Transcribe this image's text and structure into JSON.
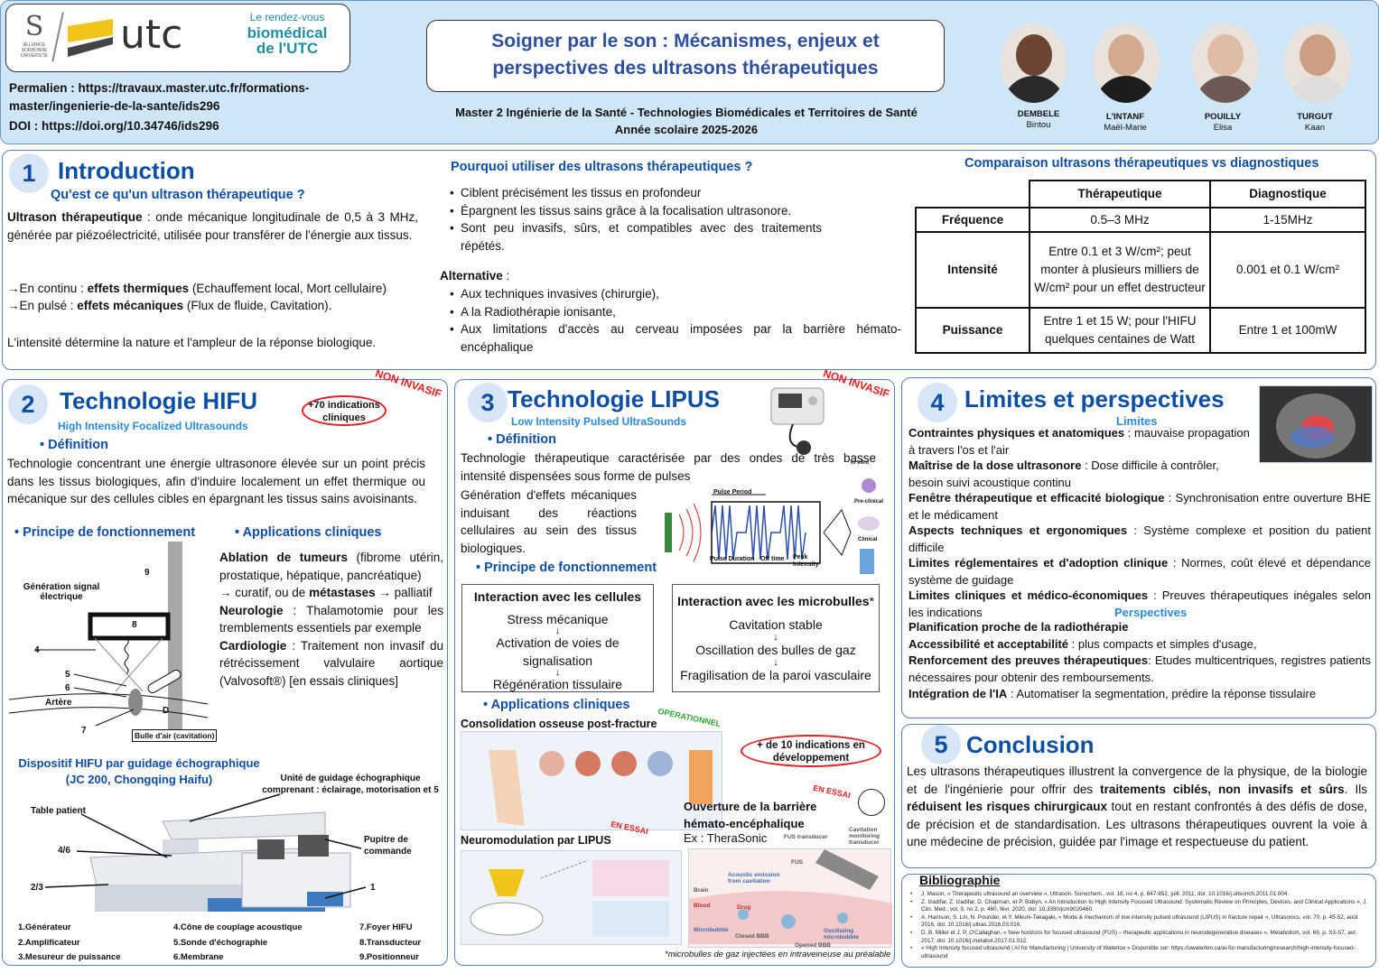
{
  "header": {
    "logos": {
      "sorbonne": "ALLIANCE SORBONNE UNIVERSITÉ",
      "utc": "utc",
      "biomed_line1": "Le rendez-vous",
      "biomed_line2": "biomédical",
      "biomed_line3": "de l'UTC"
    },
    "permalink_label": "Permalien :",
    "permalink": "https://travaux.master.utc.fr/formations-master/ingenierie-de-la-sante/ids296",
    "doi_label": "DOI :",
    "doi": "https://doi.org/10.34746/ids296",
    "title_line1": "Soigner par le son : Mécanismes, enjeux et",
    "title_line2": "perspectives des ultrasons thérapeutiques",
    "master": "Master 2 Ingénierie de la Santé - Technologies Biomédicales et Territoires de Santé",
    "year": "Année scolaire  2025-2026",
    "authors": [
      {
        "last": "DEMBELE",
        "first": "Bintou"
      },
      {
        "last": "L'INTANF",
        "first": "Maël-Marie"
      },
      {
        "last": "POUILLY",
        "first": "Elisa"
      },
      {
        "last": "TURGUT",
        "first": "Kaan"
      }
    ]
  },
  "intro": {
    "num": "1",
    "title": "Introduction",
    "question": "Qu'est ce qu'un ultrason thérapeutique ?",
    "def_bold": "Ultrason thérapeutique",
    "def_text": " : onde mécanique longitudinale de 0,5 à 3 MHz, générée par piézoélectricité, utilisée pour transférer de l'énergie aux tissus.",
    "cont_pre": "→En continu : ",
    "cont_bold": "effets thermiques",
    "cont_text": " (Echauffement local, Mort cellulaire)",
    "puls_pre": "→En pulsé :  ",
    "puls_bold": "effets mécaniques",
    "puls_text": " (Flux de fluide, Cavitation).",
    "intensity": "L'intensité détermine la nature et l'ampleur de la réponse biologique.",
    "why_title": "Pourquoi utiliser des ultrasons thérapeutiques ?",
    "why": [
      "Ciblent précisément les tissus en profondeur",
      "Épargnent les tissus sains grâce à la focalisation ultrasonore.",
      "Sont peu invasifs, sûrs, et compatibles avec des traitements répétés."
    ],
    "alt_title": "Alternative",
    "alt_colon": " :",
    "alt": [
      "Aux techniques invasives (chirurgie),",
      "A la Radiothérapie ionisante,",
      "Aux limitations d'accès au cerveau imposées par la barrière hémato-encéphalique"
    ],
    "cmp_title": "Comparaison ultrasons thérapeutiques vs diagnostiques",
    "cmp": {
      "head": [
        "Thérapeutique",
        "Diagnostique"
      ],
      "rows": [
        {
          "label": "Fréquence",
          "ther": "0.5–3 MHz",
          "diag": "1-15MHz"
        },
        {
          "label": "Intensité",
          "ther": "Entre 0.1 et 3 W/cm²; peut monter à plusieurs milliers de W/cm² pour un effet destructeur",
          "diag": "0.001 et 0.1 W/cm²"
        },
        {
          "label": "Puissance",
          "ther": "Entre 1 et 15 W; pour l'HIFU quelques centaines de Watt",
          "diag": "Entre 1 et 100mW"
        }
      ]
    }
  },
  "hifu": {
    "num": "2",
    "title": "Technologie HIFU",
    "subtitle": "High Intensity Focalized Ultrasounds",
    "stamp": "NON INVASIF",
    "badge": "+70 indications cliniques",
    "def_title": "Définition",
    "def_text": "Technologie concentrant une énergie ultrasonore élevée sur un point précis dans les tissus biologiques, afin d'induire localement un effet thermique ou mécanique sur des cellules cibles en épargnant les tissus sains avoisinants.",
    "principle_title": "Principe de fonctionnement",
    "apps_title": "Applications cliniques",
    "app1_bold": "Ablation de tumeurs",
    "app1_text": " (fibrome utérin, prostatique, hépatique, pancréatique)",
    "app1b_pre": "→ curatif, ou de ",
    "app1b_bold": "métastases",
    "app1b_post": " → palliatif",
    "app2_bold": "Neurologie",
    "app2_text": " : Thalamotomie pour les tremblements essentiels par exemple",
    "app3_bold": "Cardiologie",
    "app3_text": " : Traitement non invasif du rétrécissement valvulaire aortique (Valvosoft®) [en essais cliniques]",
    "diag_labels": {
      "gen": "Génération signal électrique",
      "n9": "9",
      "n8": "8",
      "n4": "4",
      "n5": "5",
      "n6": "6",
      "artere": "Artère",
      "n7": "7",
      "d": "D",
      "bulle": "Bulle d'air (cavitation)"
    },
    "device_title": "Dispositif HIFU par guidage échographique",
    "device_model": "(JC 200, Chongqing Haifu)",
    "device_labels": {
      "unit": "Unité de guidage échographique comprenant : éclairage, motorisation et 5",
      "table": "Table patient",
      "n46": "4/6",
      "n23": "2/3",
      "pupitre": "Pupitre de commande",
      "n1": "1"
    },
    "legend": [
      [
        "1.Générateur",
        "4.Cône de couplage acoustique",
        "7.Foyer HIFU"
      ],
      [
        "2.Amplificateur",
        "5.Sonde d'échographie",
        "8.Transducteur"
      ],
      [
        "3.Mesureur de puissance",
        "6.Membrane",
        "9.Positionneur"
      ]
    ]
  },
  "lipus": {
    "num": "3",
    "title": "Technologie LIPUS",
    "subtitle": "Low Intensity Pulsed UltraSounds",
    "stamp": "NON INVASIF",
    "def_title": "Définition",
    "def_text": "Technologie thérapeutique caractérisée par des ondes de très basse intensité dispensées sous forme de pulses",
    "gen_text": "Génération d'effets mécaniques induisant des réactions cellulaires au sein des tissus biologiques.",
    "pulse_labels": {
      "period": "Pulse Period",
      "duration": "Pulse Duration",
      "off": "Off time",
      "peak": "Peak Intensity",
      "invitro": "In vitro",
      "preclin": "Pre-clinical",
      "clin": "Clinical"
    },
    "principle_title": "Principe de fonctionnement",
    "cells": {
      "title": "Interaction avec les cellules",
      "steps": [
        "Stress mécanique",
        "Activation de voies de signalisation",
        "Régénération tissulaire"
      ]
    },
    "bubbles": {
      "title": "Interaction avec les microbulles",
      "star": "*",
      "steps": [
        "Cavitation stable",
        "Oscillation des bulles de gaz",
        "Fragilisation de la paroi vasculaire"
      ]
    },
    "apps_title": "Applications cliniques",
    "bone_title": "Consolidation osseuse post-fracture",
    "operational": "OPERATIONNEL",
    "badge": "+ de 10 indications en développement",
    "bbb_title": "Ouverture de la barrière hémato-encéphalique",
    "bbb_ex": "Ex : TheraSonic",
    "essai1": "EN ESSAI",
    "neuro_title": "Neuromodulation par LIPUS",
    "essai2": "EN ESSAI",
    "bbb_labels": {
      "fus": "FUS transducer",
      "cav": "Cavitation monitoring transducer",
      "fus2": "FUS",
      "acoustic": "Acoustic emission from cavitation",
      "brain": "Brain",
      "blood": "Blood",
      "drug": "Drug",
      "micro": "Microbubble",
      "closed": "Closed BBB",
      "opened": "Opened BBB",
      "osc": "Oscillating microbubble"
    },
    "footnote": "*microbulles de gaz injectées en intraveineuse au préalable"
  },
  "limits": {
    "num": "4",
    "title": "Limites et perspectives",
    "limits_title": "Limites",
    "items": [
      {
        "b": "Contraintes physiques et anatomiques",
        "t": " : mauvaise propagation à travers l'os et l'air"
      },
      {
        "b": "Maîtrise de la dose ultrasonore",
        "t": " : Dose difficile à contrôler, besoin suivi acoustique continu"
      },
      {
        "b": "Fenêtre thérapeutique et efficacité biologique",
        "t": " : Synchronisation entre ouverture BHE et le médicament"
      },
      {
        "b": "Aspects techniques et ergonomiques",
        "t": " :  Système complexe et position du patient difficile"
      },
      {
        "b": "Limites réglementaires et d'adoption clinique",
        "t": " : Normes, coût élevé et dépendance  système de guidage"
      },
      {
        "b": "Limites cliniques et médico-économiques",
        "t": " : Preuves thérapeutiques  inégales selon les indications"
      }
    ],
    "persp_title": "Perspectives",
    "persp": [
      {
        "b": "Planification proche de la radiothérapie",
        "t": ""
      },
      {
        "b": "Accessibilité et acceptabilité",
        "t": " : plus compacts et simples d'usage,"
      },
      {
        "b": "Renforcement des preuves thérapeutiques",
        "t": ": Etudes multicentriques, registres patients nécessaires pour obtenir des remboursements."
      },
      {
        "b": "Intégration de l'IA",
        "t": " : Automatiser la segmentation, prédire la réponse tissulaire"
      }
    ]
  },
  "conclusion": {
    "num": "5",
    "title": "Conclusion",
    "p1": "Les ultrasons thérapeutiques illustrent la convergence de la physique, de la biologie et de l'ingénierie pour offrir des ",
    "b1": "traitements ciblés, non invasifs et sûrs",
    "p2": ". Ils ",
    "b2": "réduisent les risques chirurgicaux",
    "p3": " tout en restant confrontés à des défis de dose, de précision et de standardisation. Les ultrasons thérapeutiques ouvrent la voie à une médecine de précision, guidée par l'image et respectueuse du patient."
  },
  "biblio": {
    "title": "Bibliographie",
    "refs": [
      "J. Mason, « Therapeutic ultrasound an overview », Ultrason. Sonochem., vol. 18, no 4, p. 847-852, juill. 2011, doi: 10.1016/j.ultsonch.2011.01.004.",
      "Z. Izadifar, Z. Izadifar, D. Chapman, et P. Babyn, « An Introduction to High Intensity Focused Ultrasound: Systematic Review on Principles, Devices, and Clinical Applications », J. Clin. Med., vol. 9, no 2, p. 460, févr. 2020, doi: 10.3390/jcm9020460.",
      "A. Harrison, S. Lin, N. Pounder, et Y. Mikuni-Takagaki, « Mode & mechanism of low intensity pulsed ultrasound (LIPUS) in fracture repair », Ultrasonics, vol. 70, p. 45-52, août 2016, doi: 10.1016/j.ultras.2016.03.016.",
      "D. B. Miller et J. P. O'Callaghan, « New horizons for focused ultrasound (FUS) – therapeutic applications in neurodegenerative diseases », Metabolism, vol. 69, p. S3-S7, avr. 2017, doi: 10.1016/j.metabol.2017.01.012.",
      "« High Intensity focused ultrasound | AI for Manufacturing | University of Waterloo » Disponible sur: https://uwaterloo.ca/ai-for-manufacturing/research/high-intensity-focused-ultrasound"
    ]
  }
}
